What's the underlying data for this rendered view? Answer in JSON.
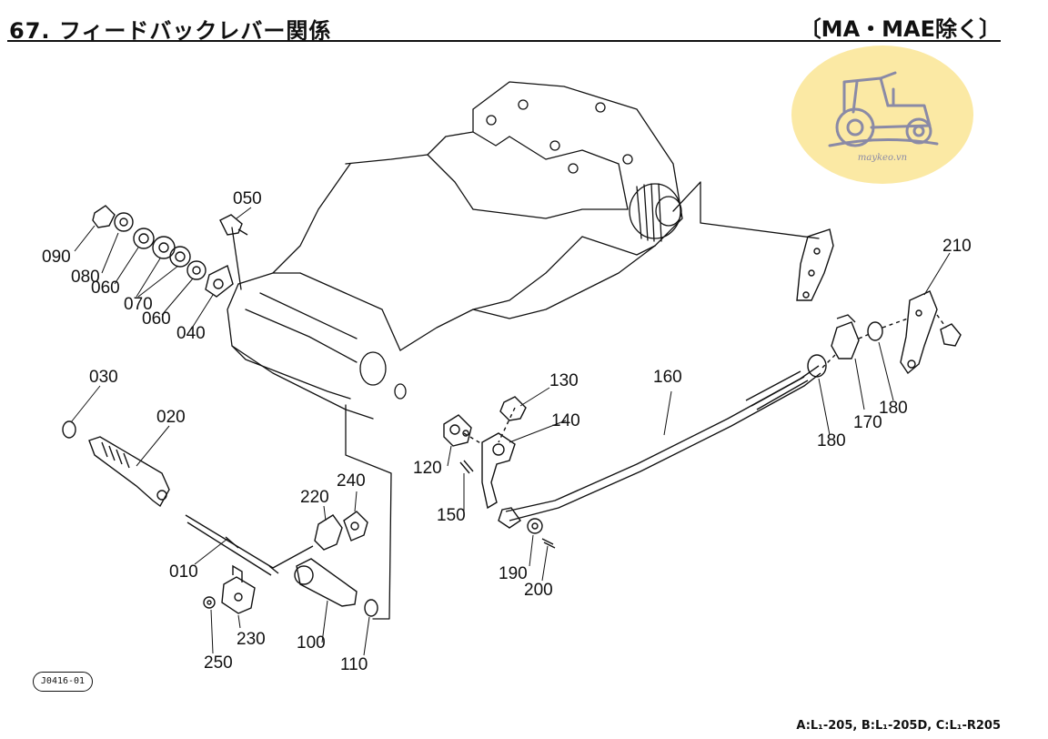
{
  "header": {
    "title": "67. フィードバックレバー関係",
    "model_note": "〔MA・MAE除く〕"
  },
  "logo": {
    "text": "maykeo.vn"
  },
  "diagram": {
    "part_labels": [
      "050",
      "090",
      "080",
      "060",
      "070",
      "060",
      "040",
      "030",
      "020",
      "010",
      "220",
      "240",
      "230",
      "250",
      "100",
      "110",
      "130",
      "140",
      "120",
      "150",
      "160",
      "210",
      "180",
      "170",
      "180",
      "190",
      "200"
    ]
  },
  "drawing_code": "J0416-01",
  "footer_note": "A:L₁-205, B:L₁-205D, C:L₁-R205",
  "colors": {
    "line": "#111111",
    "logo_bg": "#fbe9a4",
    "logo_ink": "#8a8aa6"
  }
}
